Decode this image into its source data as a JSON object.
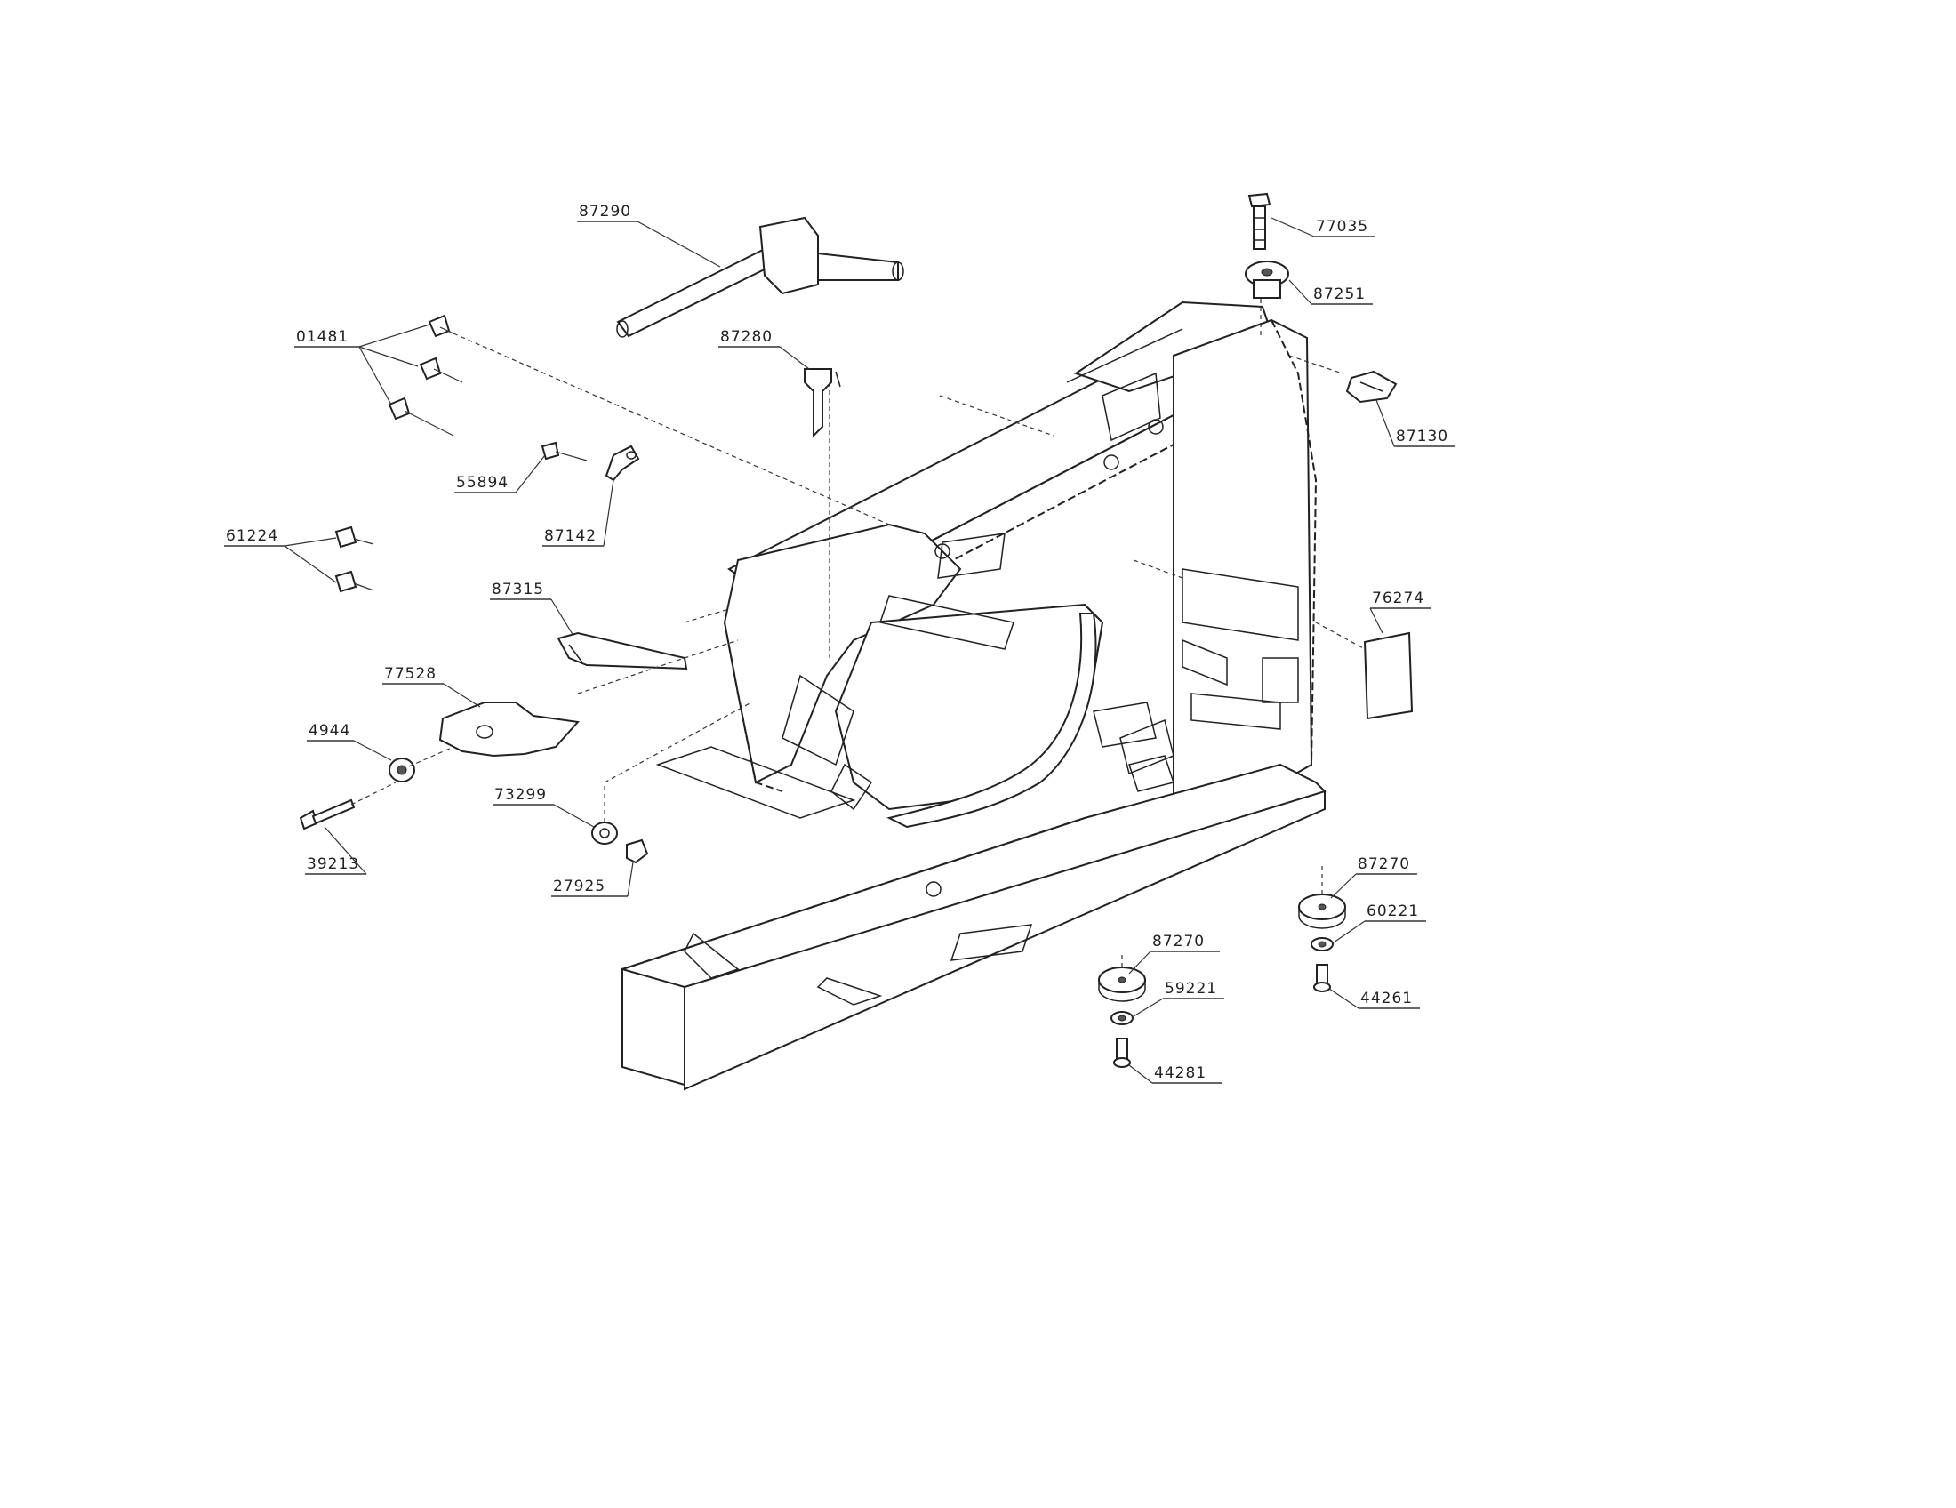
{
  "diagram": {
    "parts": {
      "p87290": "87290",
      "p01481": "01481",
      "p87280": "87280",
      "p77035": "77035",
      "p87251": "87251",
      "p87130": "87130",
      "p55894": "55894",
      "p87142": "87142",
      "p61224": "61224",
      "p87315": "87315",
      "p77528": "77528",
      "p76274": "76274",
      "p4944": "4944",
      "p73299": "73299",
      "p39213": "39213",
      "p27925": "27925",
      "p87270a": "87270",
      "p59221a": "59221",
      "p44281a": "44281",
      "p87270b": "87270",
      "p60221": "60221",
      "p44261": "44261"
    }
  }
}
